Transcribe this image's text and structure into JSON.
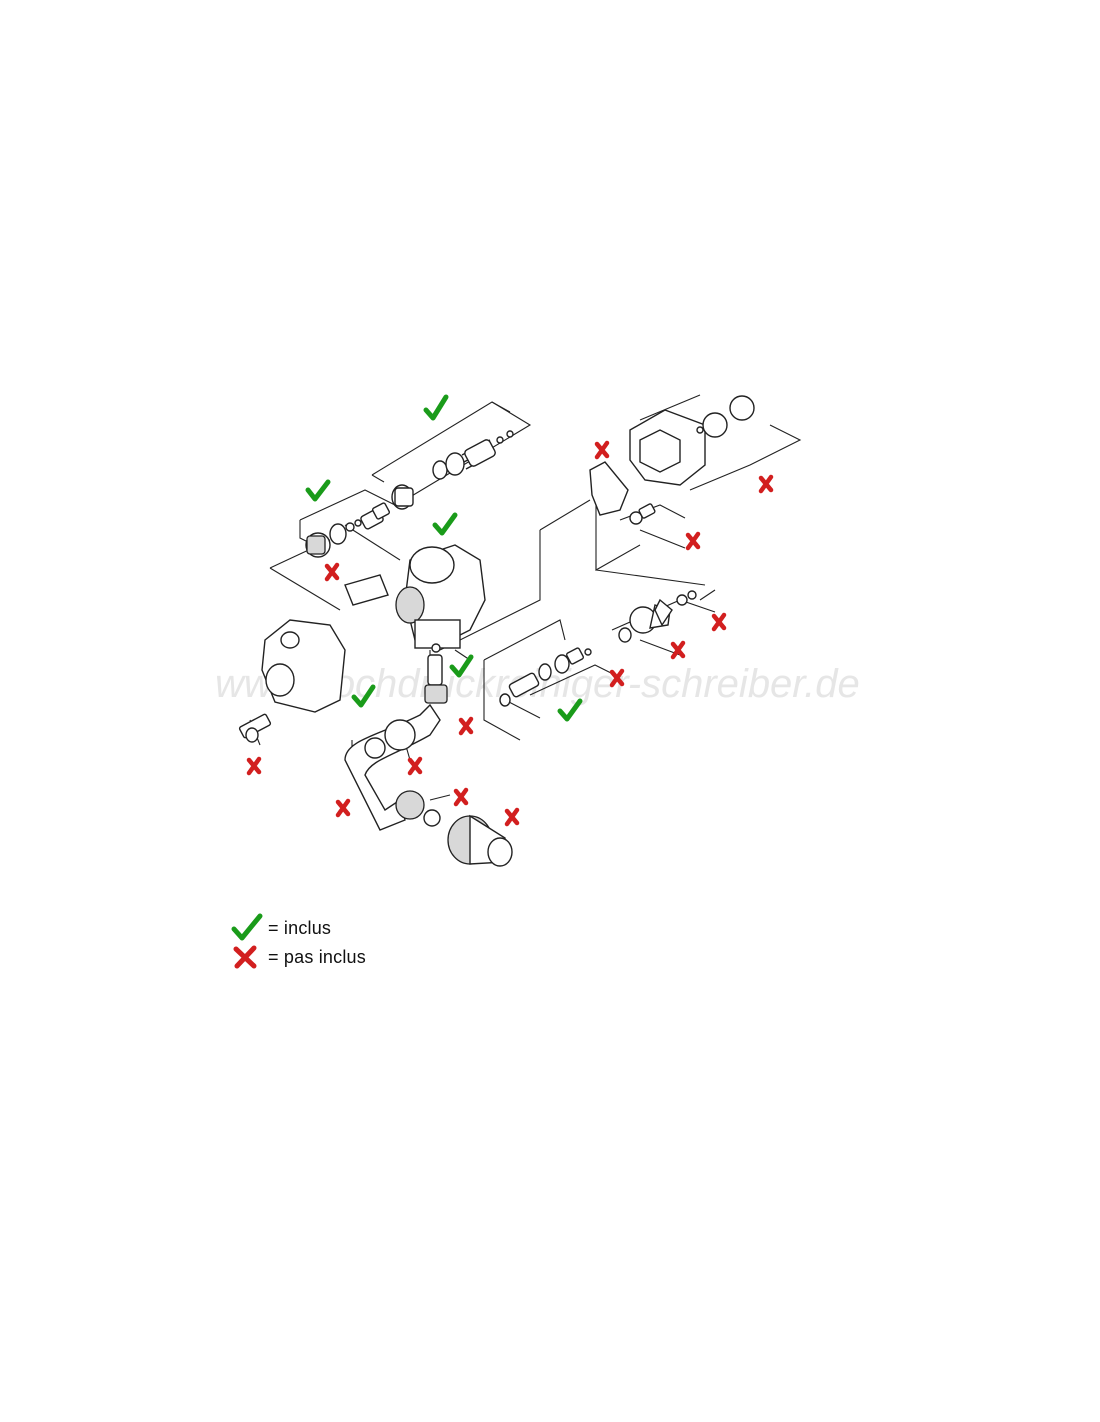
{
  "watermark": "www.hochdruckreiniger-schreiber.de",
  "legend": {
    "included_icon": "check-icon",
    "included_label": "=  inclus",
    "excluded_icon": "cross-icon",
    "excluded_label": "= pas inclus"
  },
  "colors": {
    "included": "#1a9b1a",
    "excluded": "#d21f1f",
    "line": "#222222"
  }
}
